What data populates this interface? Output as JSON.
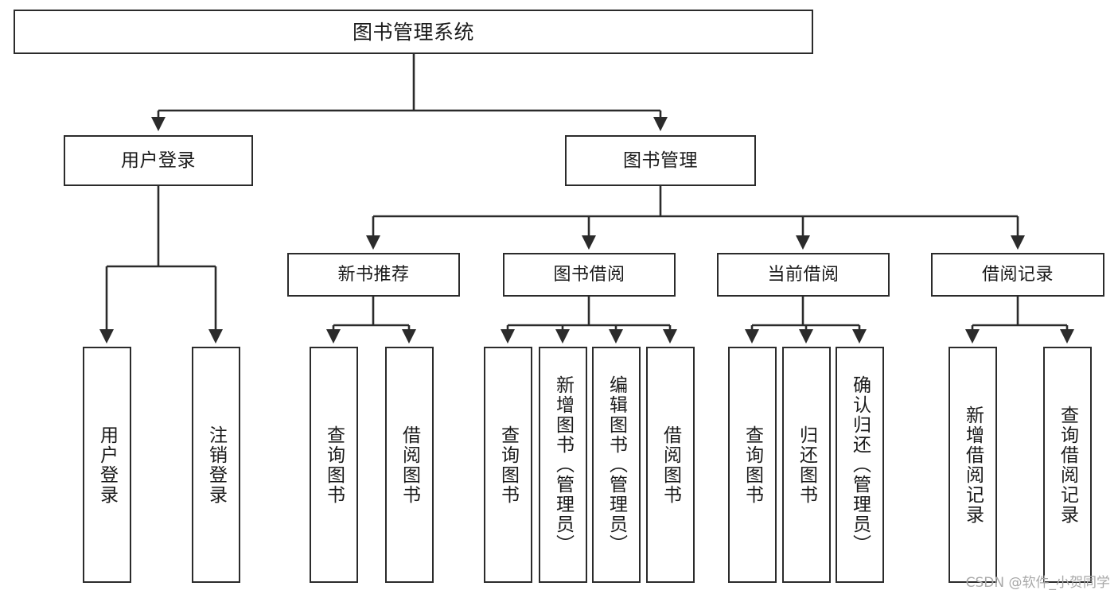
{
  "diagram": {
    "title": "图书管理系统",
    "type": "功能结构图",
    "watermark": "CSDN @软件_小贺同学",
    "colors": {
      "stroke": "#2b2b2b",
      "fill": "#ffffff",
      "text": "#1a1a1a",
      "watermark": "#a8a8a8"
    },
    "nodes": {
      "root": {
        "label": "图书管理系统"
      },
      "level1": [
        {
          "label": "用户登录"
        },
        {
          "label": "图书管理"
        }
      ],
      "level2": [
        {
          "label": "新书推荐"
        },
        {
          "label": "图书借阅"
        },
        {
          "label": "当前借阅"
        },
        {
          "label": "借阅记录"
        }
      ],
      "leaves": [
        {
          "label": "用户登录"
        },
        {
          "label": "注销登录"
        },
        {
          "label": "查询图书"
        },
        {
          "label": "借阅图书"
        },
        {
          "label": "查询图书"
        },
        {
          "label": "新增图书（管理员）"
        },
        {
          "label": "编辑图书（管理员）"
        },
        {
          "label": "借阅图书"
        },
        {
          "label": "查询图书"
        },
        {
          "label": "归还图书"
        },
        {
          "label": "确认归还（管理员）"
        },
        {
          "label": "新增借阅记录"
        },
        {
          "label": "查询借阅记录"
        }
      ]
    }
  }
}
